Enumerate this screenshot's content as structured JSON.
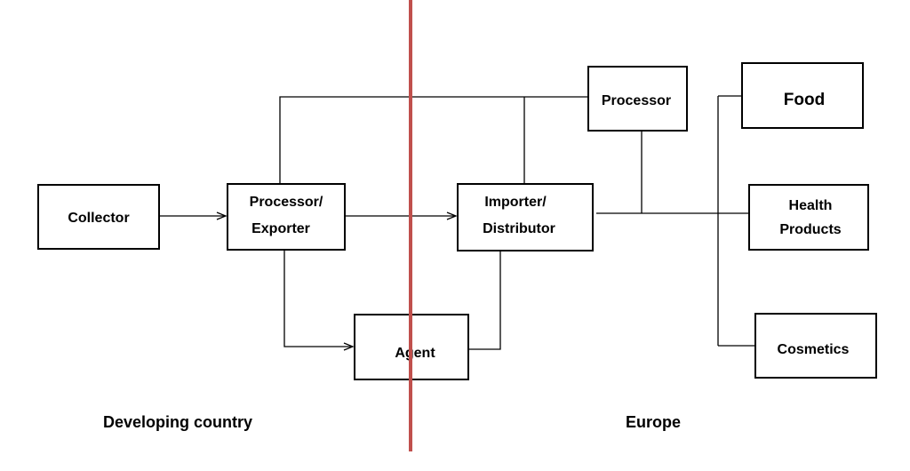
{
  "nodes": {
    "collector": "Collector",
    "processor_exporter": [
      "Processor/",
      "Exporter"
    ],
    "importer_distributor": [
      "Importer/",
      "Distributor"
    ],
    "agent": "Agent",
    "processor": "Processor",
    "food": "Food",
    "health_products": [
      "Health",
      "Products"
    ],
    "cosmetics": "Cosmetics"
  },
  "regions": {
    "left": "Developing country",
    "right": "Europe"
  },
  "colors": {
    "border_line": "#c0504d",
    "box_stroke": "#000000",
    "connector": "#000000"
  }
}
